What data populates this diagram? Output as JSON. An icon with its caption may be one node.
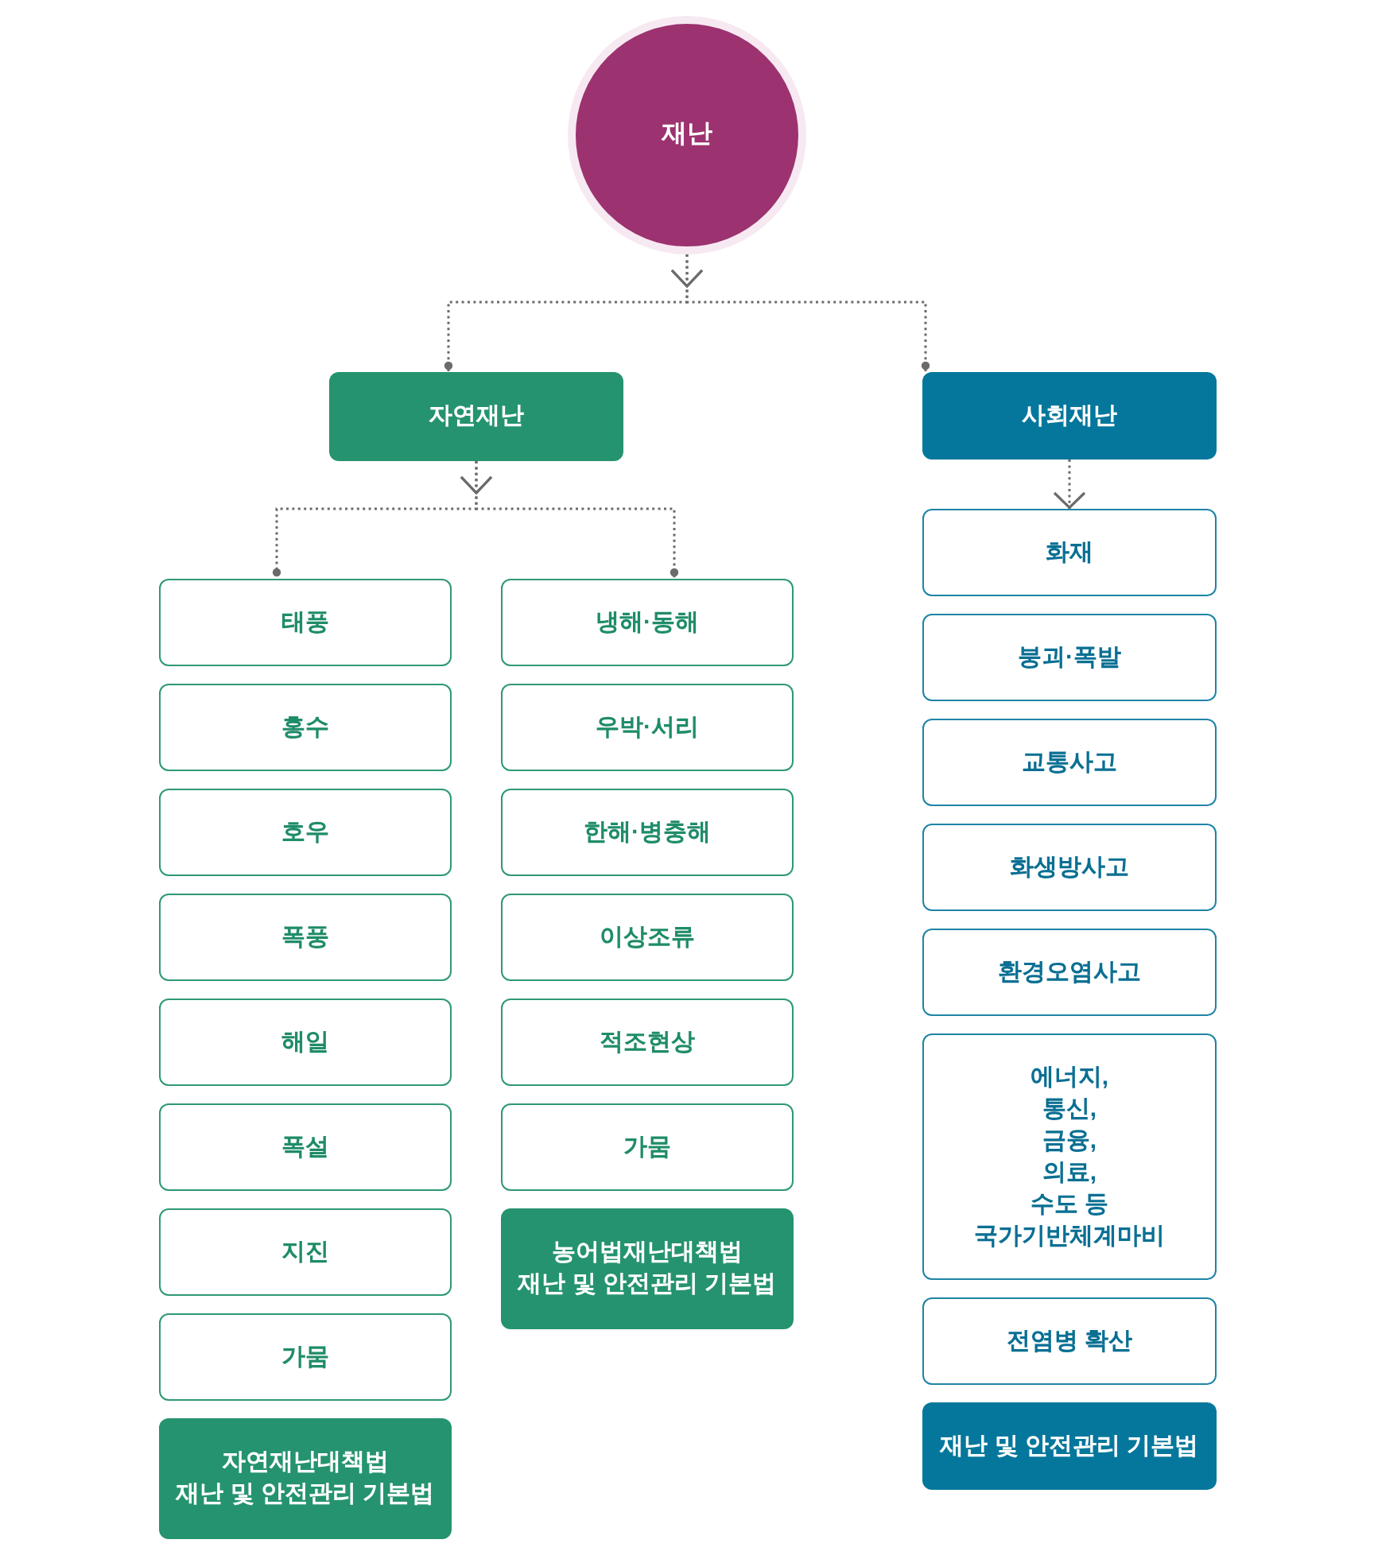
{
  "diagram": {
    "nodes": [
      {
        "text": [
          "재난"
        ]
      },
      {
        "text": [
          "자연재난"
        ]
      },
      {
        "text": [
          "사회재난"
        ]
      },
      {
        "text": [
          "태풍"
        ]
      },
      {
        "text": [
          "홍수"
        ]
      },
      {
        "text": [
          "호우"
        ]
      },
      {
        "text": [
          "폭풍"
        ]
      },
      {
        "text": [
          "해일"
        ]
      },
      {
        "text": [
          "폭설"
        ]
      },
      {
        "text": [
          "지진"
        ]
      },
      {
        "text": [
          "가뭄"
        ]
      },
      {
        "text": [
          "자연재난대책법",
          "재난 및 안전관리 기본법"
        ]
      },
      {
        "text": [
          "냉해·동해"
        ]
      },
      {
        "text": [
          "우박·서리"
        ]
      },
      {
        "text": [
          "한해·병충해"
        ]
      },
      {
        "text": [
          "이상조류"
        ]
      },
      {
        "text": [
          "적조현상"
        ]
      },
      {
        "text": [
          "가뭄"
        ]
      },
      {
        "text": [
          "농어법재난대책법",
          "재난 및 안전관리 기본법"
        ]
      },
      {
        "text": [
          "화재"
        ]
      },
      {
        "text": [
          "붕괴·폭발"
        ]
      },
      {
        "text": [
          "교통사고"
        ]
      },
      {
        "text": [
          "화생방사고"
        ]
      },
      {
        "text": [
          "환경오염사고"
        ]
      },
      {
        "text": [
          "에너지, 통신, 금융, 의료, 수도 등 국가기반체계마비"
        ]
      },
      {
        "text": [
          "전염병 확산"
        ]
      },
      {
        "text": [
          "재난 및 안전관리 기본법"
        ]
      }
    ],
    "edges": [
      {
        "from": 0,
        "to": 1,
        "arrow": "other",
        "style": "dashed"
      },
      {
        "from": 0,
        "to": 2,
        "arrow": "other",
        "style": "dashed"
      },
      {
        "from": 1,
        "to": 3,
        "arrow": "other",
        "style": "dashed"
      },
      {
        "from": 1,
        "to": 12,
        "arrow": "other",
        "style": "dashed"
      },
      {
        "from": 2,
        "to": 19,
        "arrow": "to",
        "style": "dashed"
      }
    ]
  }
}
